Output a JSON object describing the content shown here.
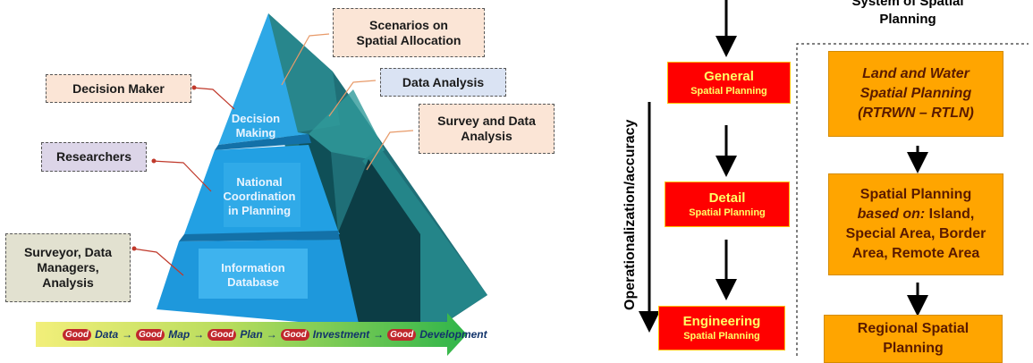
{
  "pyramid": {
    "tiers": {
      "top": "Decision\nMaking",
      "middle": "National\nCoordination\nin Planning",
      "bottom": "Information\nDatabase"
    },
    "left_labels": {
      "decision_maker": "Decision Maker",
      "researchers": "Researchers",
      "surveyor": "Surveyor, Data\nManagers,\nAnalysis"
    },
    "right_labels": {
      "scenarios": "Scenarios on\nSpatial Allocation",
      "data_analysis": "Data Analysis",
      "survey": "Survey and Data\nAnalysis"
    },
    "flow": {
      "badge": "Good",
      "steps": [
        "Data",
        "Map",
        "Plan",
        "Investment",
        "Development"
      ]
    }
  },
  "planning": {
    "system_title": "System of Spatial\nPlanning",
    "axis_label": "Operationalization/accuracy",
    "left_boxes": [
      {
        "title": "General",
        "sub": "Spatial Planning"
      },
      {
        "title": "Detail",
        "sub": "Spatial Planning"
      },
      {
        "title": "Engineering",
        "sub": "Spatial Planning"
      }
    ],
    "right_boxes": {
      "land_water": "Land and Water\nSpatial Planning\n(RTRWN – RTLN)",
      "based_on_pre": "Spatial Planning",
      "based_on_em": "based on:",
      "based_on_post": " Island, Special Area, Border Area, Remote Area",
      "regional": "Regional Spatial\nPlanning"
    }
  },
  "colors": {
    "red": "#ff0000",
    "orange": "#ffa500",
    "pyramid_blue": "#29a3df",
    "pyramid_teal": "#1e7f86",
    "arrow_green": "#2fb54a"
  }
}
